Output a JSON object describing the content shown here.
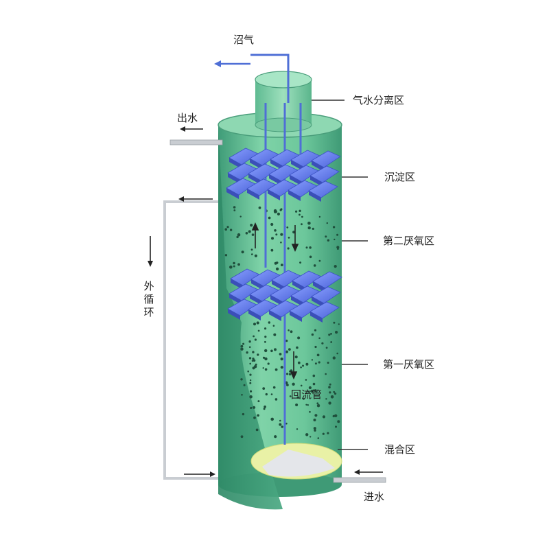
{
  "labels": {
    "biogas": "沼气",
    "effluent": "出水",
    "gas_water_separation": "气水分离区",
    "settling": "沉淀区",
    "second_anaerobic": "第二厌氧区",
    "external_circulation": "外循环",
    "first_anaerobic": "第一厌氧区",
    "return_pipe": "回流管",
    "mixing": "混合区",
    "influent": "进水"
  },
  "colors": {
    "tank_green": "#4fae88",
    "tank_light": "#8ed8b2",
    "pipe_blue": "#4f6fd6",
    "settler_blue": "#5a73e6",
    "mixing_yellow": "#e6efa0"
  }
}
